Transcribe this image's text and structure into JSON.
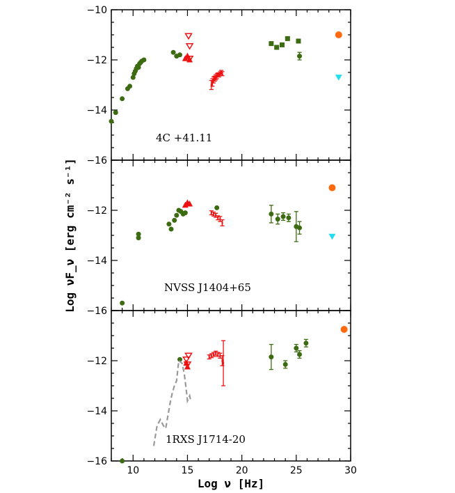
{
  "figure": {
    "xlabel": "Log ν [Hz]",
    "ylabel": "Log νF_ν [erg cm⁻² s⁻¹]"
  },
  "colors": {
    "green": "#3d6b12",
    "red": "#ee1111",
    "orange": "#ff6a10",
    "cyan": "#22ddee",
    "template": "#999999",
    "axis": "#000000"
  },
  "chart_data": [
    {
      "type": "scatter",
      "title": "4C +41.11",
      "xlabel": "Log ν [Hz]",
      "ylabel": "Log νF_ν [erg cm⁻² s⁻¹]",
      "xlim": [
        8,
        30
      ],
      "ylim": [
        -16,
        -10
      ],
      "x_ticks": [
        10,
        15,
        20,
        25,
        30
      ],
      "y_ticks": [
        -16,
        -14,
        -12,
        -10
      ],
      "grid": false,
      "series": [
        {
          "marker": "circle",
          "color": "green",
          "x": [
            8.0,
            8.4,
            9.0,
            9.5,
            9.7,
            10.0,
            10.1,
            10.2,
            10.3,
            10.4,
            10.5,
            10.6,
            10.7,
            10.8,
            11.0,
            13.7,
            14.0,
            14.3,
            25.3
          ],
          "y": [
            -14.45,
            -14.1,
            -13.55,
            -13.15,
            -13.05,
            -12.7,
            -12.55,
            -12.45,
            -12.35,
            -12.25,
            -12.3,
            -12.15,
            -12.1,
            -12.05,
            -12.0,
            -11.7,
            -11.85,
            -11.8,
            -11.85
          ],
          "err": [
            0,
            0,
            0,
            0,
            0,
            0,
            0,
            0,
            0,
            0,
            0,
            0,
            0,
            0,
            0,
            0,
            0,
            0,
            0.15
          ]
        },
        {
          "marker": "square",
          "color": "green",
          "x": [
            22.7,
            23.2,
            23.7,
            24.2,
            25.2
          ],
          "y": [
            -11.35,
            -11.5,
            -11.4,
            -11.15,
            -11.25
          ]
        },
        {
          "marker": "triangle-down-open",
          "color": "red",
          "x": [
            15.1,
            15.2,
            15.2
          ],
          "y": [
            -11.05,
            -11.45,
            -11.95
          ]
        },
        {
          "marker": "triangle-up",
          "color": "red",
          "x": [
            14.8,
            15.0,
            15.2
          ],
          "y": [
            -11.95,
            -11.85,
            -12.0
          ]
        },
        {
          "marker": "bar",
          "color": "red",
          "x": [
            17.2,
            17.3,
            17.4,
            17.5,
            17.6,
            17.7,
            17.8,
            17.9,
            18.0,
            18.1,
            18.2
          ],
          "y": [
            -13.0,
            -12.9,
            -12.8,
            -12.75,
            -12.7,
            -12.65,
            -12.6,
            -12.6,
            -12.55,
            -12.5,
            -12.55
          ],
          "err": [
            0.18,
            0.15,
            0.12,
            0.1,
            0.1,
            0.1,
            0.08,
            0.08,
            0.08,
            0.08,
            0.08
          ]
        },
        {
          "marker": "circle-large",
          "color": "orange",
          "x": [
            28.9
          ],
          "y": [
            -11.0
          ]
        },
        {
          "marker": "triangle-down",
          "color": "cyan",
          "x": [
            28.9
          ],
          "y": [
            -12.7
          ]
        }
      ]
    },
    {
      "type": "scatter",
      "title": "NVSS J1404+65",
      "xlabel": "Log ν [Hz]",
      "ylabel": "Log νF_ν [erg cm⁻² s⁻¹]",
      "xlim": [
        8,
        30
      ],
      "ylim": [
        -16,
        -10
      ],
      "x_ticks": [
        10,
        15,
        20,
        25,
        30
      ],
      "y_ticks": [
        -16,
        -14,
        -12
      ],
      "grid": false,
      "series": [
        {
          "marker": "circle",
          "color": "green",
          "x": [
            9.0,
            10.5,
            10.5,
            13.3,
            13.5,
            13.8,
            14.0,
            14.2,
            14.4,
            14.6,
            14.8,
            17.7,
            22.7,
            23.3,
            23.8,
            24.3,
            25.0,
            25.3
          ],
          "y": [
            -15.7,
            -12.95,
            -13.1,
            -12.55,
            -12.75,
            -12.4,
            -12.2,
            -12.0,
            -12.05,
            -12.15,
            -12.1,
            -11.9,
            -12.15,
            -12.35,
            -12.25,
            -12.3,
            -12.65,
            -12.7
          ],
          "err": [
            0,
            0,
            0,
            0,
            0,
            0,
            0,
            0,
            0,
            0,
            0,
            0,
            0.35,
            0.2,
            0.15,
            0.15,
            0.6,
            0.25
          ]
        },
        {
          "marker": "triangle-up",
          "color": "red",
          "x": [
            14.8,
            15.0,
            15.2
          ],
          "y": [
            -11.8,
            -11.7,
            -11.75
          ]
        },
        {
          "marker": "bar",
          "color": "red",
          "x": [
            17.2,
            17.4,
            17.6,
            17.8,
            18.0,
            18.2
          ],
          "y": [
            -12.1,
            -12.15,
            -12.2,
            -12.3,
            -12.35,
            -12.5
          ],
          "err": [
            0.08,
            0.08,
            0.08,
            0.08,
            0.1,
            0.12
          ]
        },
        {
          "marker": "circle-large",
          "color": "orange",
          "x": [
            28.3
          ],
          "y": [
            -11.1
          ]
        },
        {
          "marker": "triangle-down",
          "color": "cyan",
          "x": [
            28.3
          ],
          "y": [
            -13.05
          ]
        }
      ]
    },
    {
      "type": "scatter",
      "title": "1RXS J1714-20",
      "xlabel": "Log ν [Hz]",
      "ylabel": "Log νF_ν [erg cm⁻² s⁻¹]",
      "xlim": [
        8,
        30
      ],
      "ylim": [
        -16,
        -10
      ],
      "x_ticks": [
        10,
        15,
        20,
        25,
        30
      ],
      "y_ticks": [
        -16,
        -14,
        -12
      ],
      "grid": false,
      "series": [
        {
          "marker": "circle",
          "color": "green",
          "x": [
            9.0,
            14.3,
            22.7,
            24.0,
            25.0,
            25.3,
            25.9
          ],
          "y": [
            -16.0,
            -11.95,
            -11.85,
            -12.15,
            -11.5,
            -11.75,
            -11.3
          ],
          "err": [
            0,
            0,
            0.5,
            0.15,
            0.15,
            0.15,
            0.15
          ]
        },
        {
          "marker": "triangle-down-open",
          "color": "red",
          "x": [
            14.9,
            15.0,
            15.1
          ],
          "y": [
            -11.95,
            -12.15,
            -11.8
          ]
        },
        {
          "marker": "triangle-up",
          "color": "red",
          "x": [
            14.9,
            15.0
          ],
          "y": [
            -12.1,
            -12.25
          ]
        },
        {
          "marker": "bar",
          "color": "red",
          "x": [
            17.0,
            17.2,
            17.4,
            17.6,
            17.8,
            18.0,
            18.2,
            18.3
          ],
          "y": [
            -11.85,
            -11.8,
            -11.75,
            -11.7,
            -11.75,
            -11.8,
            -12.0,
            -12.1
          ],
          "err": [
            0.08,
            0.08,
            0.08,
            0.08,
            0.08,
            0.1,
            0.2,
            0.9
          ]
        },
        {
          "marker": "circle-large",
          "color": "orange",
          "x": [
            29.4
          ],
          "y": [
            -10.75
          ]
        },
        {
          "marker": "dashed-line",
          "color": "template",
          "x": [
            11.9,
            12.2,
            12.5,
            12.8,
            13.0,
            13.2,
            13.4,
            13.6,
            13.8,
            14.0,
            14.2,
            14.5,
            14.7,
            14.9,
            15.0,
            15.2,
            15.3
          ],
          "y": [
            -15.4,
            -14.6,
            -14.35,
            -14.6,
            -14.7,
            -14.2,
            -13.7,
            -13.3,
            -13.0,
            -12.8,
            -12.0,
            -12.1,
            -12.5,
            -13.2,
            -13.6,
            -13.4,
            -13.6
          ]
        }
      ]
    }
  ]
}
